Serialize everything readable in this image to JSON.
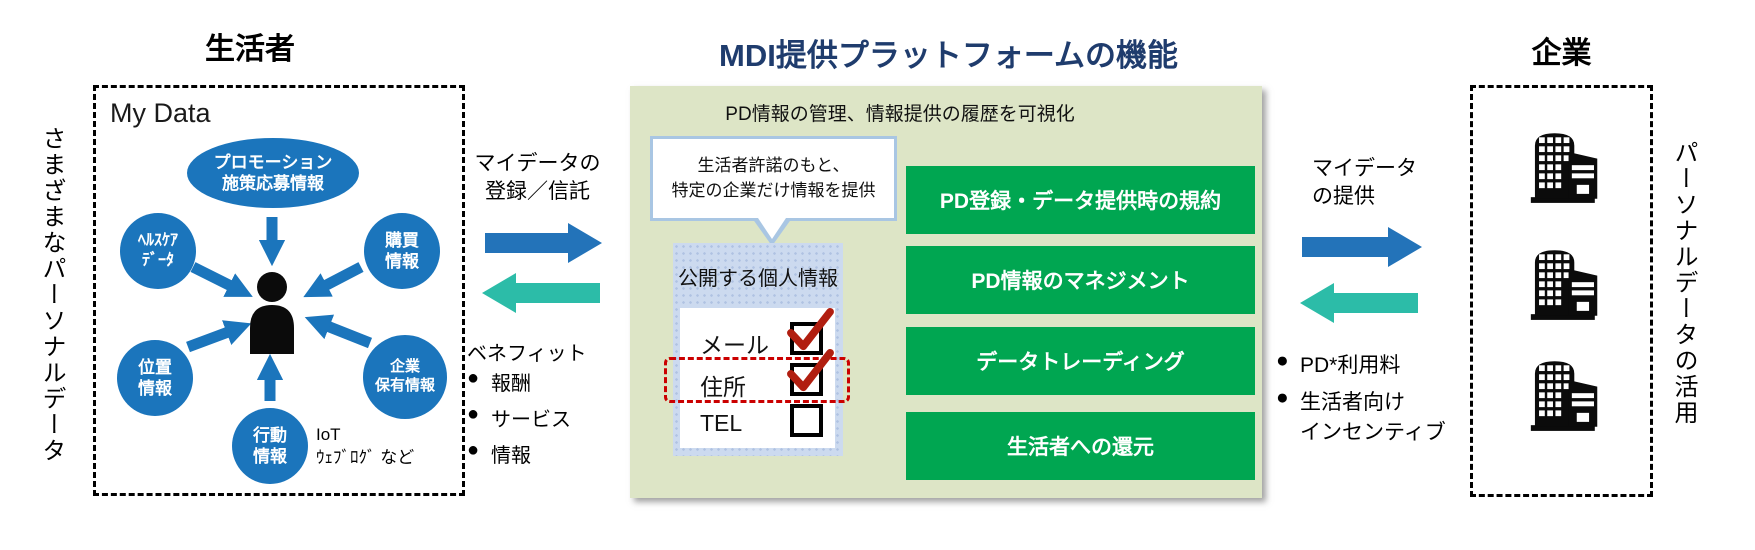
{
  "glyphs": {
    "bullet": "●"
  },
  "consumer": {
    "title": "生活者",
    "side_label": "さまざまなパーソナルデータ",
    "mydata_label": "My Data",
    "hub_ellipse": "プロモーション\n施策応募情報",
    "bubbles": {
      "healthcare": "ﾍﾙｽｹｱ\nﾃﾞｰﾀ",
      "purchase": "購買\n情報",
      "location": "位置\n情報",
      "corporate": "企業\n保有情報",
      "behavior": "行動\n情報"
    },
    "iot_note": "IoT\nｳｪﾌﾞﾛｸﾞ など"
  },
  "flow_left": {
    "register_label": "マイデータの\n登録／信託",
    "benefit_title": "ベネフィット",
    "benefits": [
      "報酬",
      "サービス",
      "情報"
    ]
  },
  "platform": {
    "title": "MDI提供プラットフォームの機能",
    "header": "PD情報の管理、情報提供の履歴を可視化",
    "callout": "生活者許諾のもと、\n特定の企業だけ情報を提供",
    "disclosure_title": "公開する個人情報",
    "checklist": [
      {
        "label": "メール",
        "checked": true
      },
      {
        "label": "住所",
        "checked": true,
        "highlighted": true
      },
      {
        "label": "TEL",
        "checked": false
      }
    ],
    "functions": [
      "PD登録・データ提供時の規約",
      "PD情報のマネジメント",
      "データトレーディング",
      "生活者への還元"
    ]
  },
  "flow_right": {
    "provide_label": "マイデータ\nの提供",
    "bullets": [
      "PD*利用料",
      "生活者向け\nインセンティブ"
    ]
  },
  "company": {
    "title": "企業",
    "side_label": "パーソナルデータの活用"
  },
  "colors": {
    "bubble_blue": "#1B75BC",
    "arrow_blue": "#2373B9",
    "arrow_teal": "#2CBCA8",
    "title_navy": "#1F3C6D",
    "function_green": "#00A651",
    "panel_green": "#DDE5C6",
    "callout_border": "#A9C6E3",
    "consent_blue": "#CCDAEF",
    "check_red": "#B11E10",
    "highlight_red": "#CB0000"
  }
}
